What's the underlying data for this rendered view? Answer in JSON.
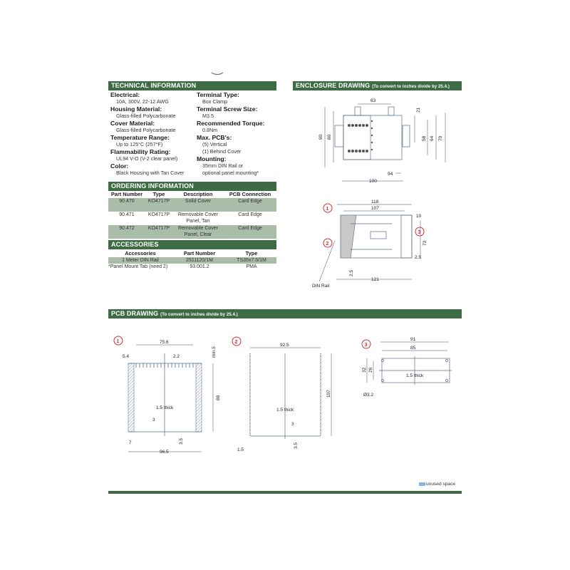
{
  "technical_information": {
    "header": "TECHNICAL INFORMATION",
    "left": [
      {
        "label": "Electrical:",
        "values": [
          "10A, 300V, 22-12 AWG"
        ]
      },
      {
        "label": "Housing Material:",
        "values": [
          "Glass-filled Polycarbonate"
        ]
      },
      {
        "label": "Cover Material:",
        "values": [
          "Glass-filled Polycarbonate"
        ]
      },
      {
        "label": "Temperature Range:",
        "values": [
          "Up to 125°C (257°F)"
        ]
      },
      {
        "label": "Flammability Rating:",
        "values": [
          "UL94 V-O (V-2 clear panel)"
        ]
      },
      {
        "label": "Color:",
        "values": [
          "Black Housing with Tan Cover"
        ]
      }
    ],
    "right": [
      {
        "label": "Terminal Type:",
        "values": [
          "Box Clamp"
        ]
      },
      {
        "label": "Terminal Screw Size:",
        "values": [
          "M3.5"
        ]
      },
      {
        "label": "Recommended Torque:",
        "values": [
          "0.8Nm"
        ]
      },
      {
        "label": "Max. PCB's:",
        "values": [
          "(5) Vertical",
          "(1) Behind Cover"
        ]
      },
      {
        "label": "Mounting:",
        "values": [
          "35mm DIN Rail or",
          "optional panel mounting*"
        ]
      }
    ]
  },
  "ordering_information": {
    "header": "ORDERING INFORMATION",
    "columns": [
      "Part Number",
      "Type",
      "Description",
      "PCB Connection"
    ],
    "rows": [
      {
        "part": "90.470",
        "type": "KO4717P",
        "desc1": "Solid Cover",
        "desc2": "",
        "pcb": "Card Edge"
      },
      {
        "part": "90.471",
        "type": "KO4717P",
        "desc1": "Removable Cover",
        "desc2": "Panel, Tan",
        "pcb": "Card Edge"
      },
      {
        "part": "90.472",
        "type": "KO4717P",
        "desc1": "Removable Cover",
        "desc2": "Panel, Clear",
        "pcb": "Card Edge"
      }
    ]
  },
  "accessories": {
    "header": "ACCESSORIES",
    "columns": [
      "Accessories",
      "Part Number",
      "Type"
    ],
    "rows": [
      {
        "name": "1 Meter DIN Rail",
        "part": "2511120/1M",
        "type": "TS35x7.5/1M"
      },
      {
        "name": "*Panel Mount Tab (need 2)",
        "part": "93.001.2",
        "type": "PMA"
      }
    ]
  },
  "enclosure_drawing": {
    "header": "ENCLOSURE DRAWING",
    "note": "(To convert to inches divide by 25.4.)",
    "top_view_dims": {
      "d63": "63",
      "d21": "21",
      "d90": "90",
      "d80": "80",
      "d58": "58",
      "d64": "64",
      "d70": "70",
      "d94": "94",
      "d100": "100"
    },
    "side_view_dims": {
      "d118": "118",
      "d107": "107",
      "d10": "10",
      "d73": "73",
      "d2_5a": "2.5",
      "d2_5b": "2.5",
      "d121": "121"
    },
    "callouts": [
      "1",
      "2",
      "3"
    ],
    "din_rail_label": "DIN Rail"
  },
  "pcb_drawing": {
    "header": "PCB DRAWING",
    "note": "(To convert to inches divide by 25.4.)",
    "pcb1": {
      "num": "1",
      "d75_6": "75.6",
      "d5_4": "5.4",
      "d2_2": "2.2",
      "min5": "min.5",
      "d88": "88",
      "thick": "1.5 thick",
      "d3": "3",
      "d3_5": "3.5",
      "d7": "7",
      "d96_5": "96.5"
    },
    "pcb2": {
      "num": "2",
      "d92_5": "92.5",
      "d107": "107",
      "thick": "1.5 thick",
      "d3": "3",
      "d3_5": "3.5",
      "d1_5": "1.5"
    },
    "pcb3": {
      "num": "3",
      "d91": "91",
      "d85": "85",
      "d32": "32",
      "d26": "26",
      "thick": "1.5 thick",
      "hole": "Ø3.2"
    }
  },
  "legend": {
    "label": "unused space"
  }
}
